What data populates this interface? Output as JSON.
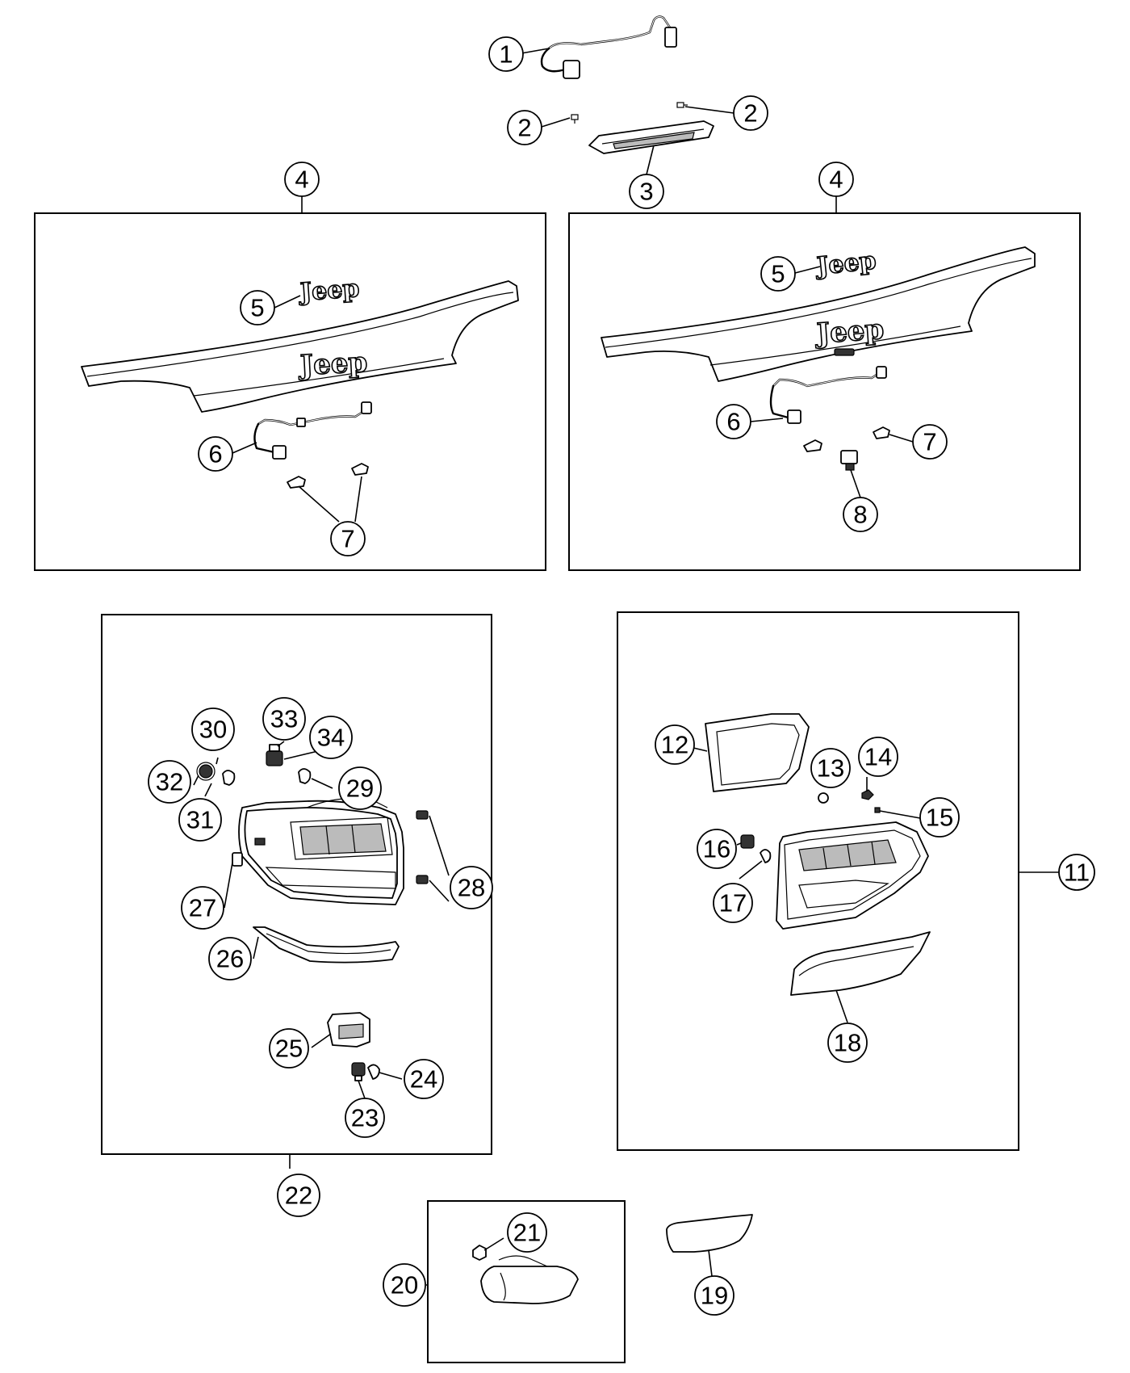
{
  "diagram": {
    "callouts": {
      "c1": "1",
      "c2a": "2",
      "c2b": "2",
      "c3": "3",
      "c4a": "4",
      "c4b": "4",
      "c5a": "5",
      "c5b": "5",
      "c6a": "6",
      "c6b": "6",
      "c7a": "7",
      "c7b": "7",
      "c8": "8",
      "c11": "11",
      "c12": "12",
      "c13": "13",
      "c14": "14",
      "c15": "15",
      "c16": "16",
      "c17": "17",
      "c18": "18",
      "c19": "19",
      "c20": "20",
      "c21": "21",
      "c22": "22",
      "c23": "23",
      "c24": "24",
      "c25": "25",
      "c26": "26",
      "c27": "27",
      "c28": "28",
      "c29": "29",
      "c30": "30",
      "c31": "31",
      "c32": "32",
      "c33": "33",
      "c34": "34"
    },
    "logos": {
      "left_decal": "Jeep",
      "left_badge": "Jeep",
      "right_decal": "Jeep",
      "right_badge": "Jeep"
    }
  }
}
